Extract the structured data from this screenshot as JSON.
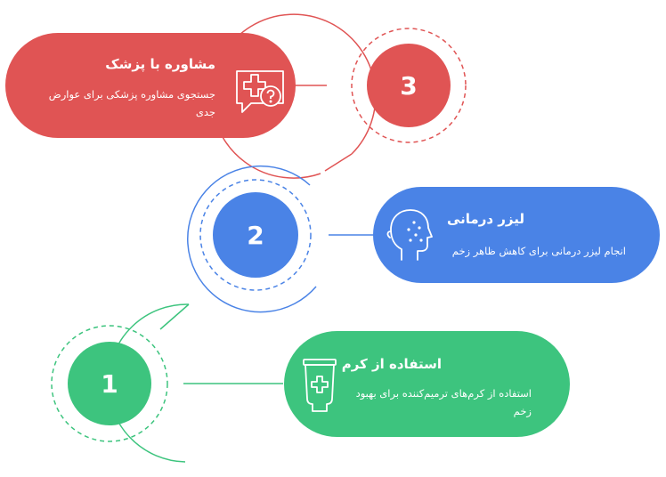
{
  "colors": {
    "red": "#e05454",
    "blue": "#4a83e6",
    "green": "#3dc47e"
  },
  "steps": [
    {
      "number": "3",
      "title": "مشاوره با پزشک",
      "description": "جستجوی مشاوره پزشکی برای عوارض جدی",
      "icon": "medical-consult-icon"
    },
    {
      "number": "2",
      "title": "لیزر درمانی",
      "description": "انجام لیزر درمانی برای کاهش ظاهر زخم",
      "icon": "face-laser-icon"
    },
    {
      "number": "1",
      "title": "استفاده از کرم",
      "description": "استفاده از کرم‌های ترمیم‌کننده برای بهبود زخم",
      "icon": "cream-tube-icon"
    }
  ]
}
